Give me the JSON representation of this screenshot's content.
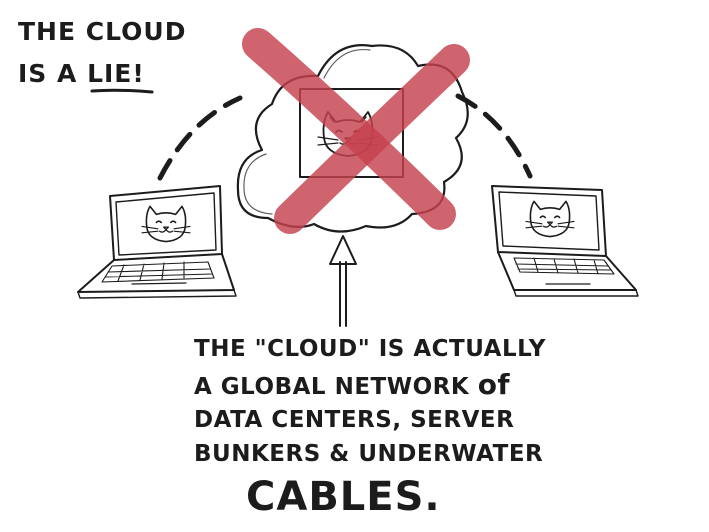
{
  "title": {
    "line1": "THE CLOUD",
    "line2_prefix": "IS A ",
    "line2_word": "LIE",
    "line2_suffix": "!"
  },
  "caption": {
    "line1_a": "THE ",
    "line1_quoted": "\"CLOUD\"",
    "line1_b": " IS ACTUALLY",
    "line2_a": "A GLOBAL NETWORK ",
    "line2_b": "of",
    "line3": "DATA CENTERS, SERVER",
    "line4": "BUNKERS & UNDERWATER",
    "line5": "CABLES."
  },
  "colors": {
    "ink": "#1c1c1c",
    "cross": "#c4424e"
  }
}
